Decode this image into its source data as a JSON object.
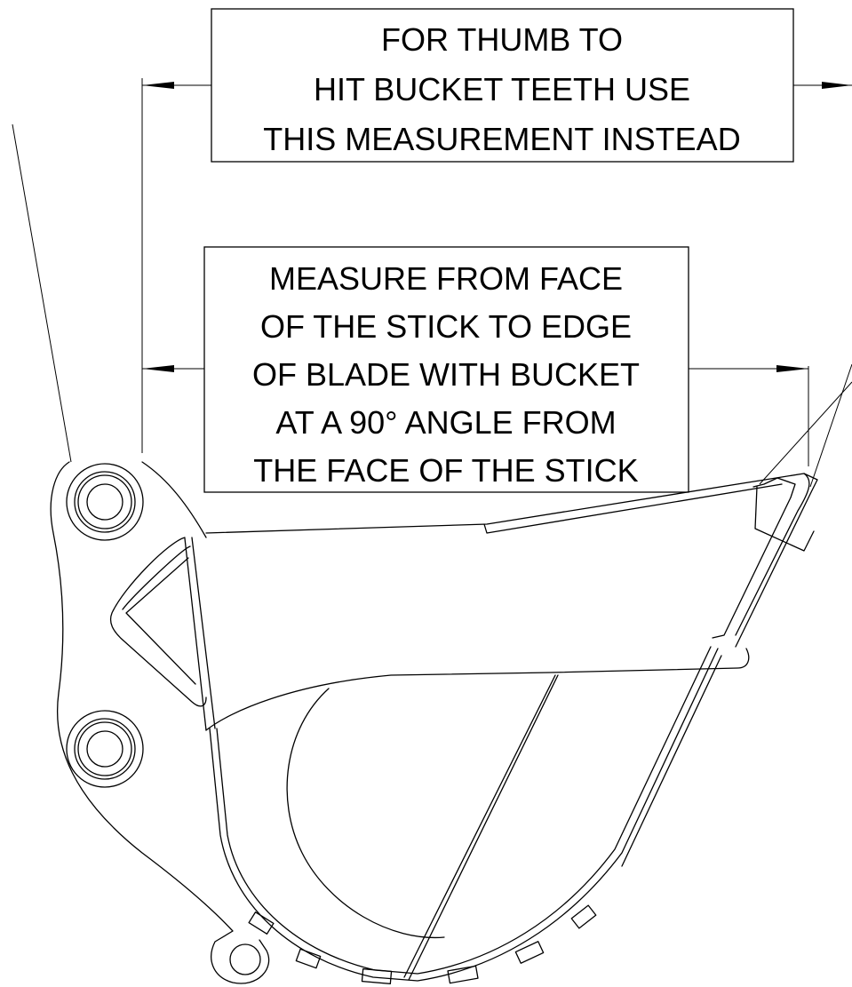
{
  "callouts": {
    "thumb_note": {
      "lines": [
        "FOR THUMB TO",
        "HIT BUCKET TEETH USE",
        "THIS MEASUREMENT INSTEAD"
      ]
    },
    "measure_note": {
      "lines": [
        "MEASURE FROM FACE",
        "OF THE STICK TO EDGE",
        "OF BLADE WITH BUCKET",
        "AT A 90° ANGLE  FROM",
        "THE FACE OF  THE STICK"
      ]
    }
  },
  "colors": {
    "line": "#000000",
    "background": "#ffffff"
  }
}
